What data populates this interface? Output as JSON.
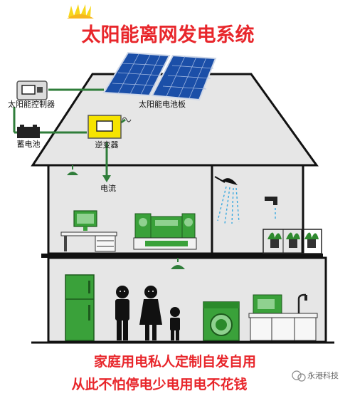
{
  "title": "太阳能离网发电系统",
  "labels": {
    "controller": "太阳能控制器",
    "battery": "蓄电池",
    "inverter": "逆变器",
    "panels": "太阳能电池板",
    "current": "电流"
  },
  "slogan": {
    "line1": "家庭用电私人定制自发自用",
    "line2": "从此不怕停电少电用电不花钱"
  },
  "watermark": "永港科技",
  "colors": {
    "title": "#e8262b",
    "wire": "#2f7d3a",
    "appliance": "#3aa13a",
    "inverter": "#f6e400",
    "house_fill": "#e6e6e6",
    "panel": "#1b4fa8"
  }
}
